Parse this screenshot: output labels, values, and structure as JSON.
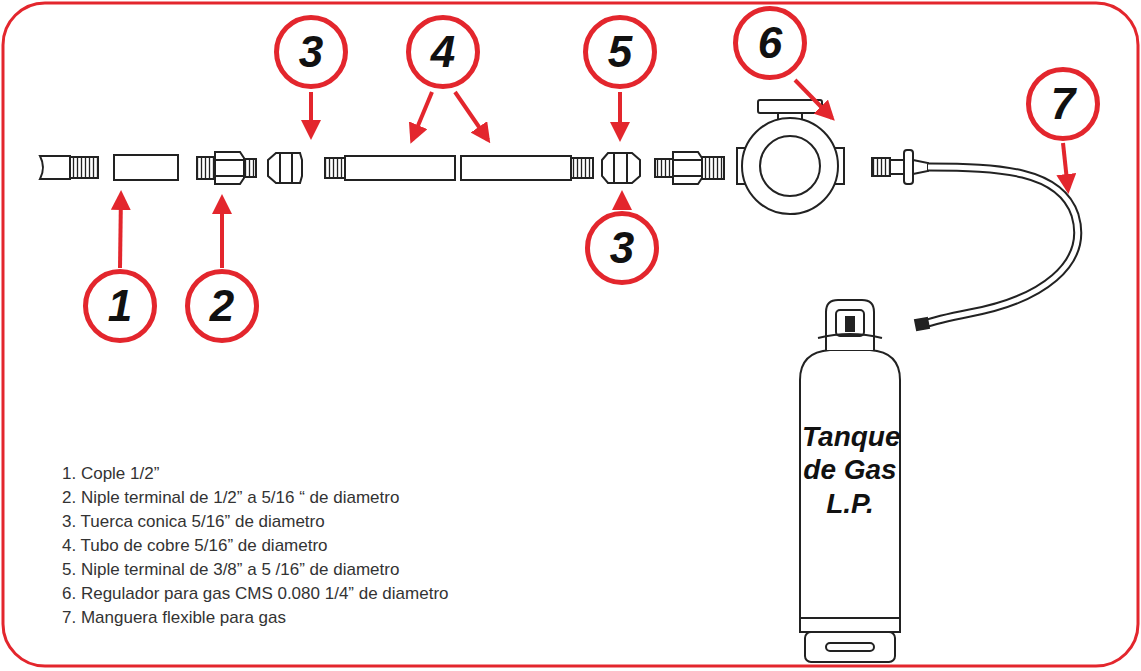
{
  "diagram": {
    "nodes": [
      {
        "text": [
          "3"
        ]
      },
      {
        "text": [
          "4"
        ]
      },
      {
        "text": [
          "5"
        ]
      },
      {
        "text": [
          "6"
        ]
      },
      {
        "text": [
          "7"
        ]
      },
      {
        "text": [
          "3"
        ]
      },
      {
        "text": [
          "1"
        ]
      },
      {
        "text": [
          "2"
        ]
      },
      {
        "text": [
          "Tanque de Gas L.P."
        ]
      }
    ],
    "labels": [
      "1. Cople 1/2”",
      "2. Niple terminal de 1/2” a 5/16 “ de diametro",
      "3. Tuerca conica 5/16” de diametro",
      "4. Tubo de cobre 5/16” de diametro",
      "5. Niple terminal de 3/8” a 5 /16” de diametro",
      "6. Regulador para gas CMS 0.080 1/4” de diametro",
      "7. Manguera flexible para gas"
    ]
  }
}
